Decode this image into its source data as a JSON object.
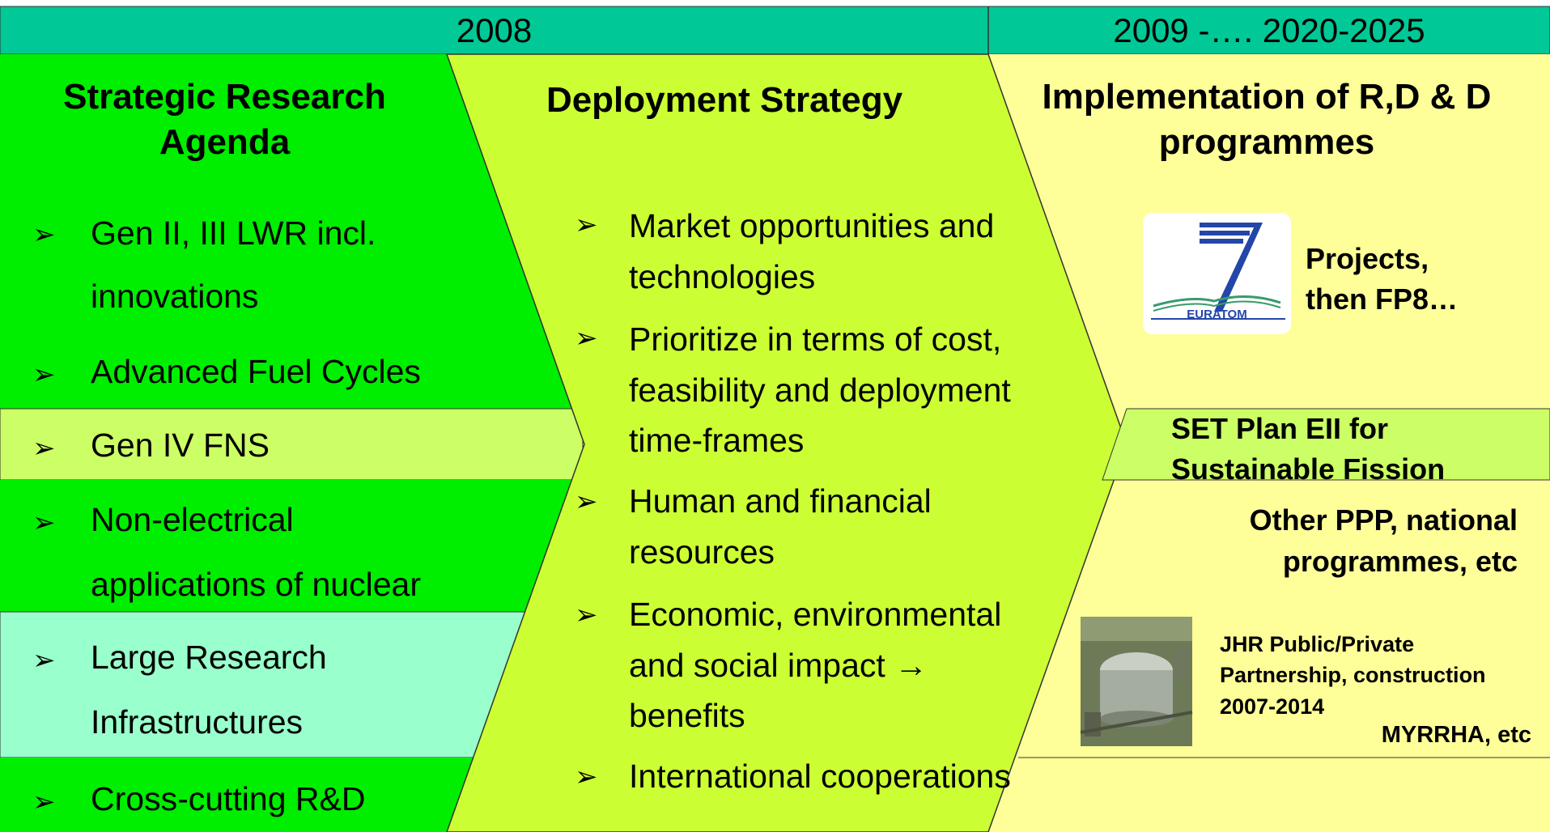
{
  "header": {
    "left_year": "2008",
    "right_years": "2009 -…. 2020-2025"
  },
  "col1": {
    "title_line1": "Strategic Research",
    "title_line2": "Agenda",
    "bullets": [
      [
        "Gen II, III LWR incl.",
        "innovations"
      ],
      [
        "Advanced Fuel Cycles"
      ],
      [
        "Gen IV FNS"
      ],
      [
        "Non-electrical",
        "applications of nuclear"
      ],
      [
        "Large Research",
        "Infrastructures"
      ],
      [
        "Cross-cutting R&D"
      ]
    ]
  },
  "col2": {
    "title": "Deployment Strategy",
    "bullets": [
      [
        "Market opportunities and",
        "technologies"
      ],
      [
        "Prioritize in terms of cost,",
        "feasibility and deployment",
        "time-frames"
      ],
      [
        "Human and financial",
        "resources"
      ],
      [
        "Economic, environmental",
        "and social impact →",
        "benefits"
      ],
      [
        "International cooperations"
      ]
    ]
  },
  "col3": {
    "title_line1": "Implementation of R,D & D",
    "title_line2": "programmes",
    "fp7_logo_text": "EURATOM",
    "projects_line1": "Projects,",
    "projects_line2": "then FP8…",
    "set_line1": "SET Plan EII for",
    "set_line2": "Sustainable Fission",
    "ppp_line1": "Other PPP, national",
    "ppp_line2": "programmes, etc",
    "jhr_line1": "JHR Public/Private",
    "jhr_line2": "Partnership, construction",
    "jhr_line3": "2007-2014",
    "myrrha": "MYRRHA, etc"
  },
  "colors": {
    "header": "#00c896",
    "col1_green": "#00ee00",
    "light_green": "#ccff66",
    "aqua": "#99ffcc",
    "lime": "#ccff33",
    "yellow": "#ffff99"
  },
  "bullet_symbol": "➢"
}
